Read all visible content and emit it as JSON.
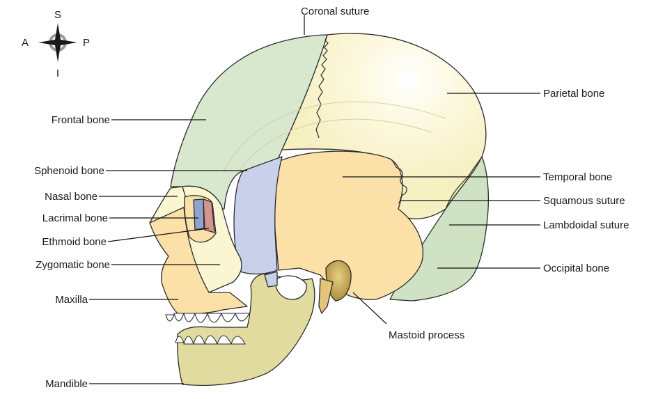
{
  "compass": {
    "top": "S",
    "bottom": "I",
    "left": "A",
    "right": "P"
  },
  "labels": {
    "coronal_suture": "Coronal suture",
    "parietal_bone": "Parietal bone",
    "frontal_bone": "Frontal bone",
    "sphenoid_bone": "Sphenoid bone",
    "temporal_bone": "Temporal bone",
    "nasal_bone": "Nasal bone",
    "squamous_suture": "Squamous suture",
    "lacrimal_bone": "Lacrimal bone",
    "lambdoidal_suture": "Lambdoidal suture",
    "ethmoid_bone": "Ethmoid bone",
    "zygomatic_bone": "Zygomatic bone",
    "occipital_bone": "Occipital bone",
    "maxilla": "Maxilla",
    "mastoid_process": "Mastoid process",
    "mandible": "Mandible"
  },
  "colors": {
    "frontal": "#d7e8cf",
    "occipital": "#cfe3c4",
    "parietal": "#fbf6d2",
    "temporal": "#fbe0a8",
    "sphenoid": "#c9d0ea",
    "maxilla": "#fbe0a8",
    "zygomatic": "#fbf6d2",
    "mandible": "#e1dba0",
    "lacrimal": "#8fa3cf",
    "ethmoid": "#d59490",
    "mastoid": "#c9a850",
    "teeth": "#ffffff"
  }
}
